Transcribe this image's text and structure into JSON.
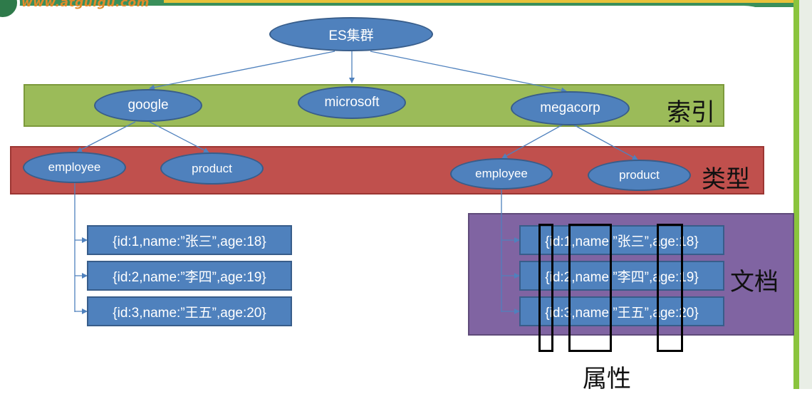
{
  "logo": {
    "text": "www.atguigu.com"
  },
  "cluster": {
    "label": "ES集群"
  },
  "band_labels": {
    "index": "索引",
    "type": "类型",
    "document": "文档",
    "field": "属性"
  },
  "indices": [
    {
      "label": "google"
    },
    {
      "label": "microsoft"
    },
    {
      "label": "megacorp"
    }
  ],
  "types": {
    "google": [
      {
        "label": "employee"
      },
      {
        "label": "product"
      }
    ],
    "megacorp": [
      {
        "label": "employee"
      },
      {
        "label": "product"
      }
    ]
  },
  "documents_left": [
    {
      "text": "{id:1,name:”张三”,age:18}"
    },
    {
      "text": "{id:2,name:”李四”,age:19}"
    },
    {
      "text": "{id:3,name:”王五”,age:20}"
    }
  ],
  "documents_right": [
    {
      "text": "{id:1,name:”张三”,age:18}"
    },
    {
      "text": "{id:2,name:”李四”,age:19}"
    },
    {
      "text": "{id:3,name:”王五”,age:20}"
    }
  ],
  "colors": {
    "node_fill": "#4f81bd",
    "index_band": "#9bbb59",
    "type_band": "#c0504d",
    "document_band": "#8064a2"
  }
}
